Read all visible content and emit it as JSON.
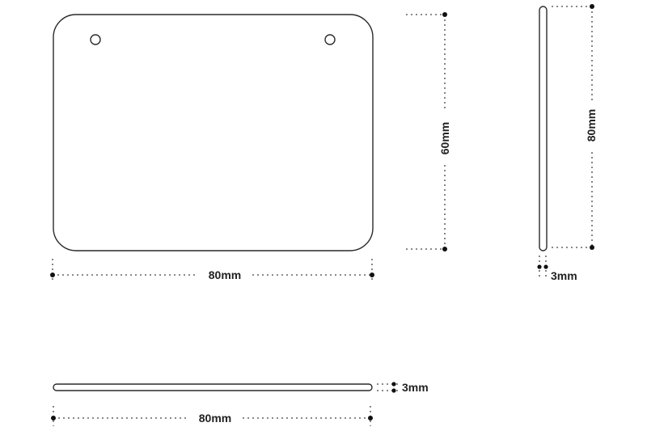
{
  "front_view": {
    "width_label": "80mm",
    "height_label": "60mm"
  },
  "side_view": {
    "height_label": "80mm",
    "thickness_label": "3mm"
  },
  "top_view": {
    "width_label": "80mm",
    "thickness_label": "3mm"
  },
  "colors": {
    "outline": "#2a2a2a",
    "dimension_line": "#444444",
    "label": "#222222"
  }
}
